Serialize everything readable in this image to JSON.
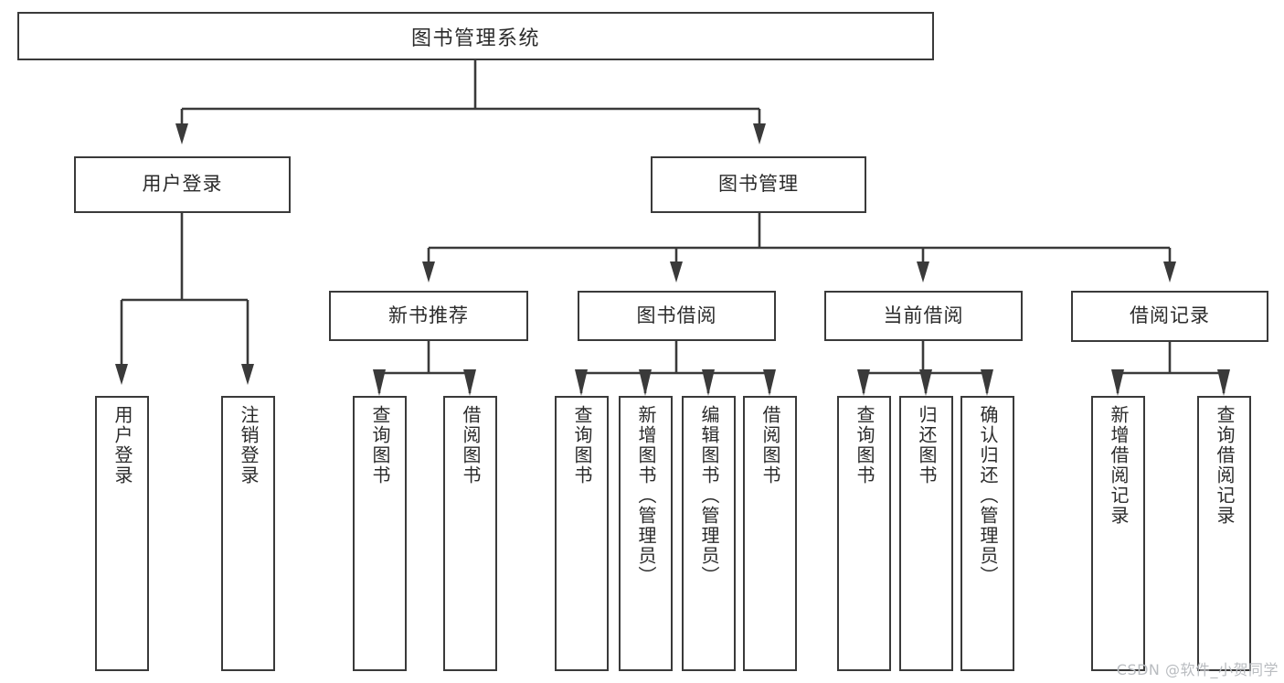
{
  "diagram": {
    "title": "图书管理系统",
    "stroke_color": "#3a3a3a",
    "text_color": "#2b2b2b",
    "background": "#ffffff",
    "root": {
      "label": "图书管理系统"
    },
    "level2": [
      {
        "id": "user-login",
        "label": "用户登录"
      },
      {
        "id": "book-manage",
        "label": "图书管理"
      }
    ],
    "level3": [
      {
        "id": "new-book-recommend",
        "label": "新书推荐"
      },
      {
        "id": "book-borrow",
        "label": "图书借阅"
      },
      {
        "id": "current-borrow",
        "label": "当前借阅"
      },
      {
        "id": "borrow-record",
        "label": "借阅记录"
      }
    ],
    "leaves": {
      "user_login": [
        {
          "id": "leaf-user-login",
          "label": "用户登录"
        },
        {
          "id": "leaf-logout-login",
          "label": "注销登录"
        }
      ],
      "new_book_recommend": [
        {
          "id": "leaf-query-book-1",
          "label": "查询图书"
        },
        {
          "id": "leaf-borrow-book-1",
          "label": "借阅图书"
        }
      ],
      "book_borrow": [
        {
          "id": "leaf-query-book-2",
          "label": "查询图书"
        },
        {
          "id": "leaf-add-book",
          "label": "新增图书（管理员）"
        },
        {
          "id": "leaf-edit-book",
          "label": "编辑图书（管理员）"
        },
        {
          "id": "leaf-borrow-book-2",
          "label": "借阅图书"
        }
      ],
      "current_borrow": [
        {
          "id": "leaf-query-book-3",
          "label": "查询图书"
        },
        {
          "id": "leaf-return-book",
          "label": "归还图书"
        },
        {
          "id": "leaf-confirm-return",
          "label": "确认归还（管理员）"
        }
      ],
      "borrow_record": [
        {
          "id": "leaf-add-record",
          "label": "新增借阅记录"
        },
        {
          "id": "leaf-query-record",
          "label": "查询借阅记录"
        }
      ]
    }
  },
  "watermark": {
    "text": "CSDN @软件_小贺同学"
  }
}
